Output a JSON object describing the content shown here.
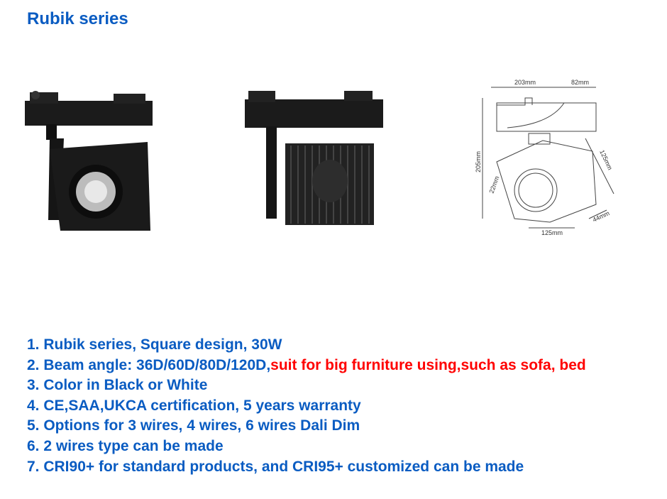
{
  "title": "Rubik series",
  "images": {
    "front": "track-light-front",
    "back": "track-light-back",
    "drawing": {
      "dimensions": [
        "203mm",
        "82mm",
        "205mm",
        "125mm",
        "22mm",
        "125mm",
        "44mm"
      ]
    }
  },
  "features": [
    {
      "text": "1. Rubik series, Square design, 30W"
    },
    {
      "text": "2. Beam angle: 36D/60D/80D/120D,",
      "highlight": "suit for big furniture using,such as sofa, bed"
    },
    {
      "text": "3. Color in Black or White"
    },
    {
      "text": "4. CE,SAA,UKCA certification, 5 years warranty"
    },
    {
      "text": "5. Options for 3 wires, 4 wires, 6 wires Dali Dim"
    },
    {
      "text": "6. 2 wires type can be made"
    },
    {
      "text": "7. CRI90+ for standard products, and CRI95+ customized can be made"
    }
  ],
  "colors": {
    "text": "#0a5cc2",
    "highlight": "#ff0000"
  }
}
